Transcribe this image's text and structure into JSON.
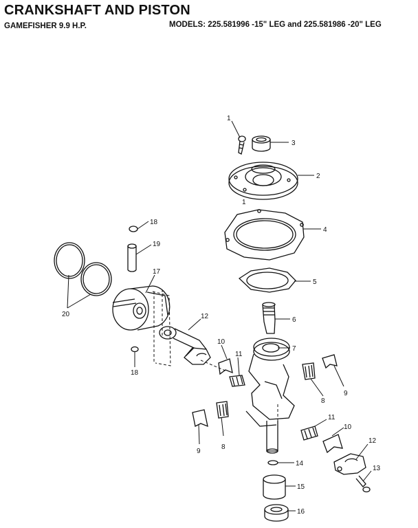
{
  "header": {
    "title": "CRANKSHAFT AND PISTON",
    "subtitle": "GAMEFISHER 9.9 H.P.",
    "models": "MODELS: 225.581996 -15\" LEG and  225.581986 -20\" LEG"
  },
  "callouts": {
    "c1": "1",
    "c1b": "1",
    "c2": "2",
    "c3": "3",
    "c4": "4",
    "c5": "5",
    "c6": "6",
    "c7": "7",
    "c8a": "8",
    "c8b": "8",
    "c9a": "9",
    "c9b": "9",
    "c10a": "10",
    "c10b": "10",
    "c11a": "11",
    "c11b": "11",
    "c12a": "12",
    "c12b": "12",
    "c13": "13",
    "c14": "14",
    "c15": "15",
    "c16": "16",
    "c17": "17",
    "c18a": "18",
    "c18b": "18",
    "c19": "19",
    "c20": "20"
  }
}
